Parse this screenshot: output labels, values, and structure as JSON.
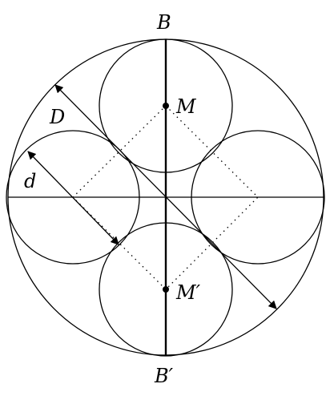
{
  "labels": {
    "top_point": "B",
    "bottom_point": "B′",
    "upper_center": "M",
    "lower_center": "M′",
    "big_diameter": "D",
    "small_diameter": "d"
  },
  "colors": {
    "stroke": "#000000",
    "background": "#ffffff"
  }
}
